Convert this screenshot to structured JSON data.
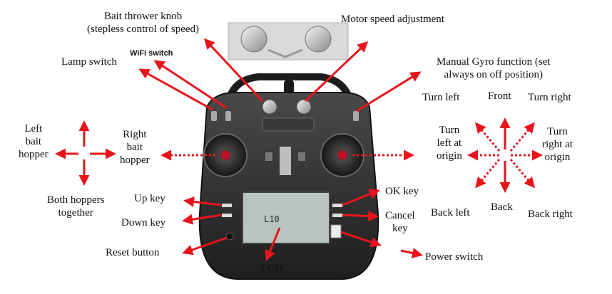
{
  "labels": {
    "bait_knob": [
      "Bait thrower knob",
      "(stepless control of speed)"
    ],
    "motor_speed": "Motor speed adjustment",
    "wifi_switch": "WiFi switch",
    "lamp_switch": "Lamp switch",
    "gyro": [
      "Manual Gyro function (set",
      "always on off position)"
    ],
    "left_hopper": [
      "Left",
      "bait",
      "hopper"
    ],
    "right_hopper": [
      "Right",
      "bait",
      "hopper"
    ],
    "both_hoppers": [
      "Both hoppers",
      "together"
    ],
    "up_key": "Up key",
    "down_key": "Down key",
    "reset_button": "Reset button",
    "lcd": "LCD",
    "ok_key": "OK key",
    "cancel_key": [
      "Cancel",
      "key"
    ],
    "power_switch": "Power switch",
    "turn_left": "Turn left",
    "front": "Front",
    "turn_right": "Turn right",
    "turn_left_origin": [
      "Turn",
      "left at",
      "origin"
    ],
    "turn_right_origin": [
      "Turn",
      "right at",
      "origin"
    ],
    "back_left": "Back left",
    "back": "Back",
    "back_right": "Back right"
  },
  "device": {
    "lcd_text": "L10"
  },
  "colors": {
    "arrow": "#e8141b",
    "body": "#2b2b2b",
    "label": "#111111"
  }
}
